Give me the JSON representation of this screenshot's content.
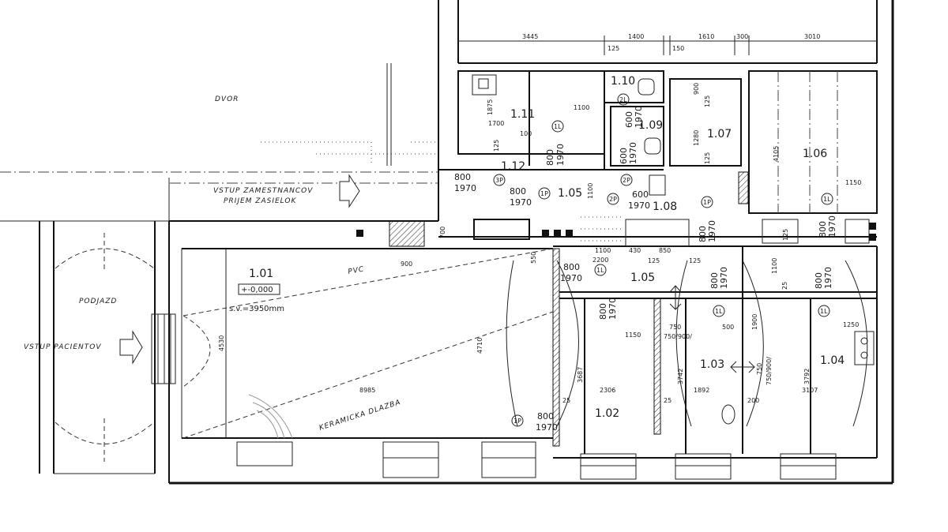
{
  "rooms": [
    {
      "id": "r101",
      "label": "1.01"
    },
    {
      "id": "r102",
      "label": "1.02"
    },
    {
      "id": "r103",
      "label": "1.03"
    },
    {
      "id": "r104",
      "label": "1.04"
    },
    {
      "id": "r105a",
      "label": "1.05"
    },
    {
      "id": "r105b",
      "label": "1.05"
    },
    {
      "id": "r106",
      "label": "1.06"
    },
    {
      "id": "r107",
      "label": "1.07"
    },
    {
      "id": "r108",
      "label": "1.08"
    },
    {
      "id": "r109",
      "label": "1.09"
    },
    {
      "id": "r110",
      "label": "1.10"
    },
    {
      "id": "r111",
      "label": "1.11"
    },
    {
      "id": "r112",
      "label": "1.12"
    }
  ],
  "notes": {
    "dvor": "DVOR",
    "vstup_zam_1": "VSTUP ZAMESTNANCOV",
    "vstup_zam_2": "PRIJEM ZASIELOK",
    "podjazd": "PODJAZD",
    "vstup_pac": "VSTUP PACIENTOV",
    "pvc": "PVC",
    "keramicka": "KERAMICKA DLAZBA",
    "level": "+-0,000",
    "sv": "s.v.=3950mm"
  },
  "dimensions": {
    "d3445": "3445",
    "d1400": "1400",
    "d1610": "1610",
    "d300": "300",
    "d3010": "3010",
    "d125a": "125",
    "d150": "150",
    "d1875": "1875",
    "d1700": "1700",
    "d1100a": "1100",
    "d100": "100",
    "d125b": "125",
    "d900a": "900",
    "d125c": "125",
    "d1280": "1280",
    "d4105": "4105",
    "d1150a": "1150",
    "d700": "700",
    "d1100b": "1100",
    "d2200": "2200",
    "d430": "430",
    "d850": "850",
    "d125d": "125",
    "d125e": "125",
    "d900b": "900",
    "d550": "550",
    "d1100c": "1100",
    "d4530": "4530",
    "d4710": "4710",
    "d8985": "8985",
    "d3687": "3687",
    "d2306": "2306",
    "d3742": "3742",
    "d1892": "1892",
    "d3792": "3792",
    "d3107": "3107",
    "d750a": "750",
    "d750_900a": "750/900/",
    "d500": "500",
    "d1900": "1900",
    "d1250": "1250",
    "d750b": "750",
    "d750_900b": "750/900/",
    "d1150b": "1150",
    "d1100d": "1100",
    "d25a": "25",
    "d25b": "25",
    "d25c": "25",
    "d200": "200",
    "d125f": "125",
    "d125g": "125"
  },
  "doors": {
    "tag_1l_a": "1L",
    "tag_2l": "2L",
    "tag_3p": "3P",
    "tag_1p_a": "1P",
    "tag_2p": "2P",
    "tag_1p_b": "1P",
    "tag_1l_b": "1L",
    "tag_1l_c": "1L",
    "tag_1l_d": "1L",
    "tag_1l_e": "1L",
    "tag_1p_c": "1P",
    "w800a": "800",
    "h1970a": "1970",
    "w600a": "600",
    "h1970b": "1970",
    "w600b": "600",
    "h1970c": "1970",
    "w800b": "800",
    "h1970d": "1970",
    "w800c": "800",
    "h1970e": "1970",
    "w600c": "600",
    "h1970f": "1970",
    "w800d": "800",
    "h1970g": "1970",
    "w800e": "800",
    "h1970h": "1970",
    "w800f": "800",
    "h1970i": "1970",
    "w800g": "800",
    "h1970j": "1970",
    "w800h": "800",
    "h1970k": "1970",
    "w800i": "800",
    "h1970l": "1970",
    "w800j": "800",
    "h1970m": "1970"
  }
}
